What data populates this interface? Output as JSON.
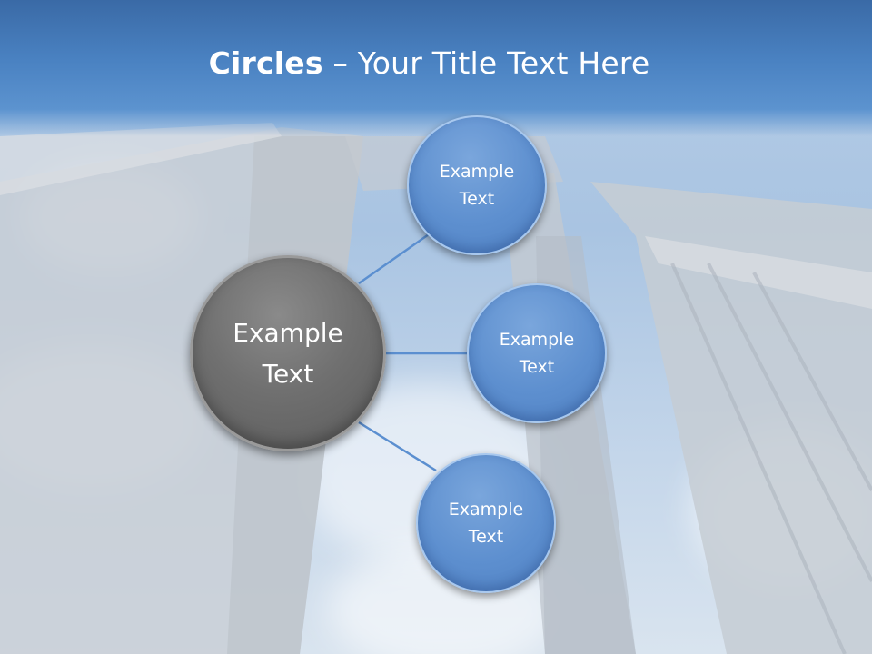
{
  "title": {
    "bold": "Circles",
    "rest": " – Your Title Text Here"
  },
  "hub": {
    "label": "Example\nText"
  },
  "satellites": [
    {
      "label": "Example\nText"
    },
    {
      "label": "Example\nText"
    },
    {
      "label": "Example\nText"
    }
  ],
  "colors": {
    "title_band": "#4a82c2",
    "hub": "#707070",
    "satellite": "#5d8fcf",
    "connector": "#5b8fd0"
  }
}
